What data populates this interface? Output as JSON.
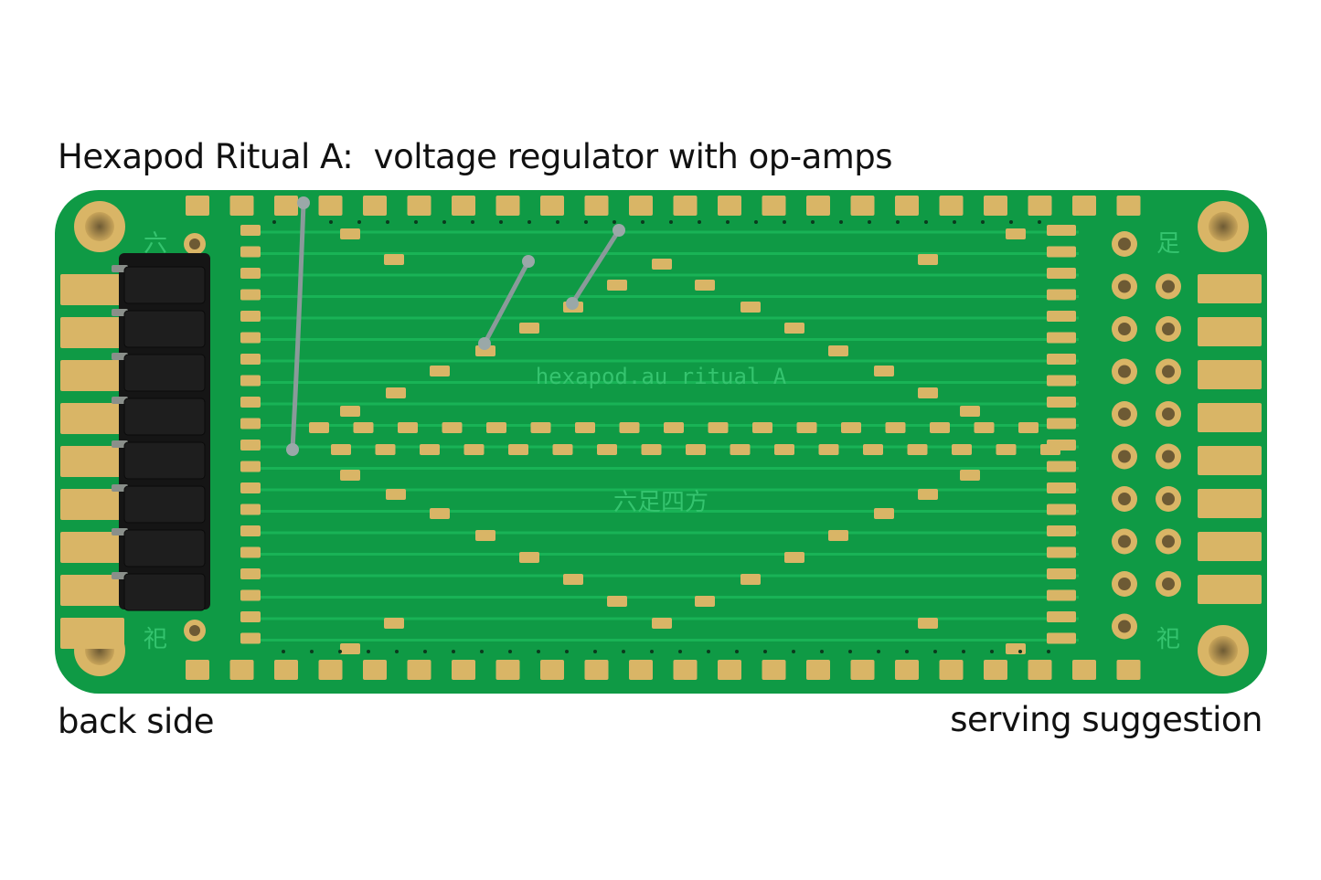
{
  "captions": {
    "title": "Hexapod Ritual A:  voltage regulator with op-amps",
    "back_side": "back side",
    "serving_suggestion": "serving suggestion"
  },
  "board": {
    "silkscreen_top": "hexapod.au  ritual  A",
    "silkscreen_bottom": "六足四方",
    "corner_glyph_top_left": "六",
    "corner_glyph_top_right": "足",
    "corner_glyph_bottom_left": "祀",
    "corner_glyph_bottom_right": "祀"
  },
  "colors": {
    "pcb": "#0f9a45",
    "trace": "#17ad52",
    "gold": "#d9b566",
    "silk": "#2fbd6a",
    "header": "#151515",
    "background": "#ffffff"
  },
  "icons": {
    "header": "pin-header-icon",
    "wire": "jumper-wire-icon"
  }
}
